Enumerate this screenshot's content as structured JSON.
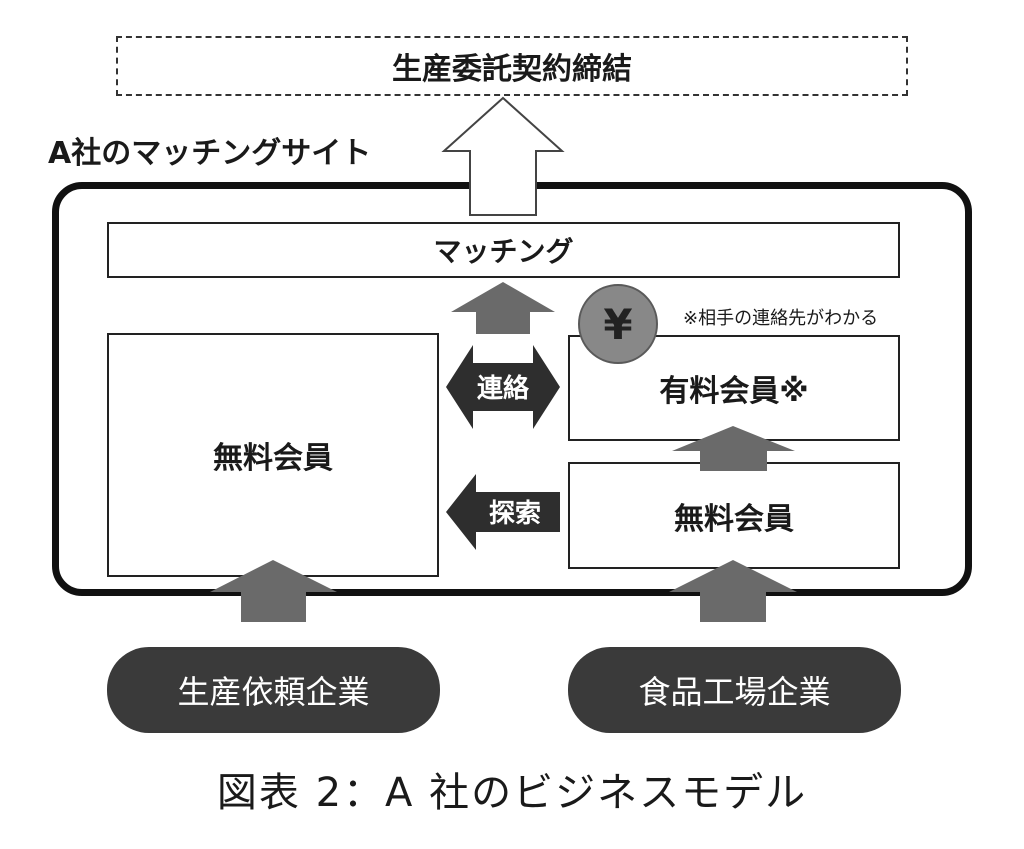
{
  "contract": {
    "label": "生産委託契約締結"
  },
  "site": {
    "label": "A社のマッチングサイト"
  },
  "matching": {
    "label": "マッチング"
  },
  "members": {
    "free_left": "無料会員",
    "paid": "有料会員※",
    "free_right": "無料会員"
  },
  "actions": {
    "contact": "連絡",
    "search": "探索"
  },
  "note": "※相手の連絡先がわかる",
  "yen_symbol": "¥",
  "companies": {
    "left": "生産依頼企業",
    "right": "食品工場企業"
  },
  "caption": "図表 2：A 社のビジネスモデル",
  "colors": {
    "dark": "#3a3a3a",
    "arrow": "#666666",
    "coin": "#888888"
  }
}
